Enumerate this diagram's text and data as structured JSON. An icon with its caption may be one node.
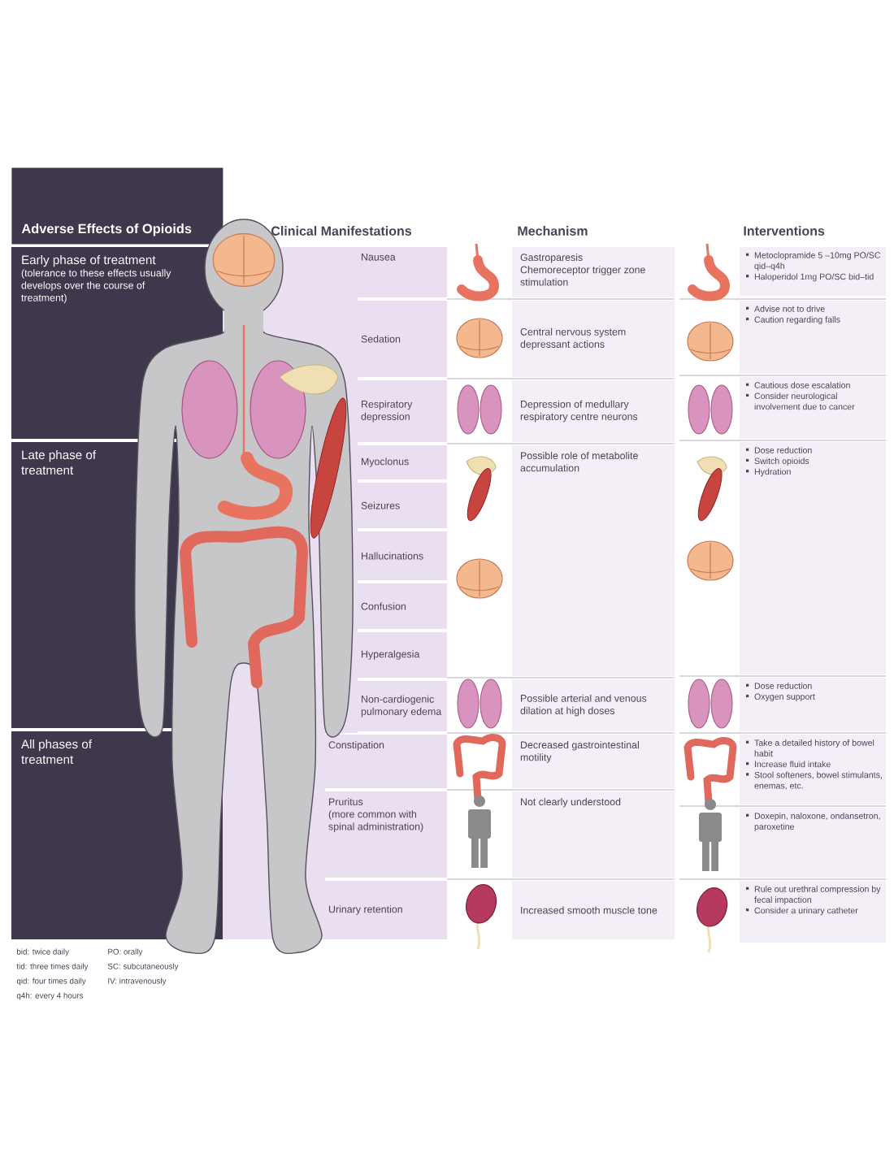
{
  "diagram": {
    "title": "Adverse Effects of Opioids",
    "nodes": [
      {
        "text": [
          "Early phase of treatment",
          "(tolerance to these effects usually develops over the course of treatment)"
        ]
      },
      {
        "text": [
          "Late phase of treatment"
        ]
      },
      {
        "text": [
          "All phases of treatment"
        ]
      },
      {
        "text": [
          "Nausea"
        ]
      },
      {
        "text": [
          "Sedation"
        ]
      },
      {
        "text": [
          "Respiratory depression"
        ]
      },
      {
        "text": [
          "Myoclonus"
        ]
      },
      {
        "text": [
          "Seizures"
        ]
      },
      {
        "text": [
          "Hallucinations"
        ]
      },
      {
        "text": [
          "Confusion"
        ]
      },
      {
        "text": [
          "Hyperalgesia"
        ]
      },
      {
        "text": [
          "Non-cardiogenic pulmonary edema"
        ]
      },
      {
        "text": [
          "Constipation"
        ]
      },
      {
        "text": [
          "Pruritus",
          "(more common with spinal administration)"
        ]
      },
      {
        "text": [
          "Urinary retention"
        ]
      },
      {
        "text": [
          "Gastroparesis",
          "Chemoreceptor trigger zone stimulation"
        ]
      },
      {
        "text": [
          "Central nervous system depressant actions"
        ]
      },
      {
        "text": [
          "Depression of medullary respiratory centre neurons"
        ]
      },
      {
        "text": [
          "Possible role of metabolite accumulation"
        ]
      },
      {
        "text": [
          "Possible arterial and venous dilation at high doses"
        ]
      },
      {
        "text": [
          "Decreased gastrointestinal motility"
        ]
      },
      {
        "text": [
          "Not clearly understood"
        ]
      },
      {
        "text": [
          "Increased smooth muscle tone"
        ]
      },
      {
        "text": [
          "Metoclopramide 5 –10mg PO/SC qid–q4h",
          "Haloperidol 1mg PO/SC bid–tid"
        ]
      },
      {
        "text": [
          "Advise not to drive",
          "Caution regarding falls"
        ]
      },
      {
        "text": [
          "Cautious dose escalation",
          "Consider neurological involvement due to cancer"
        ]
      },
      {
        "text": [
          "Dose reduction",
          "Switch opioids",
          "Hydration"
        ]
      },
      {
        "text": [
          "Dose reduction",
          "Oxygen support"
        ]
      },
      {
        "text": [
          "Take a detailed history of bowel habit",
          "Increase fluid intake",
          "Stool softeners, bowel stimulants, enemas, etc."
        ]
      },
      {
        "text": [
          "Doxepin, naloxone, ondansetron, paroxetine"
        ]
      },
      {
        "text": [
          "Rule out urethral compression by fecal impaction",
          "Consider a urinary catheter"
        ]
      }
    ],
    "labels": [
      "Clinical Manifestations",
      "Mechanism",
      "Interventions",
      "bid: twice daily",
      "PO: orally",
      "tid: three times daily",
      "SC: subcutaneously",
      "qid: four times daily",
      "IV: intravenously",
      "q4h: every 4 hours"
    ]
  }
}
